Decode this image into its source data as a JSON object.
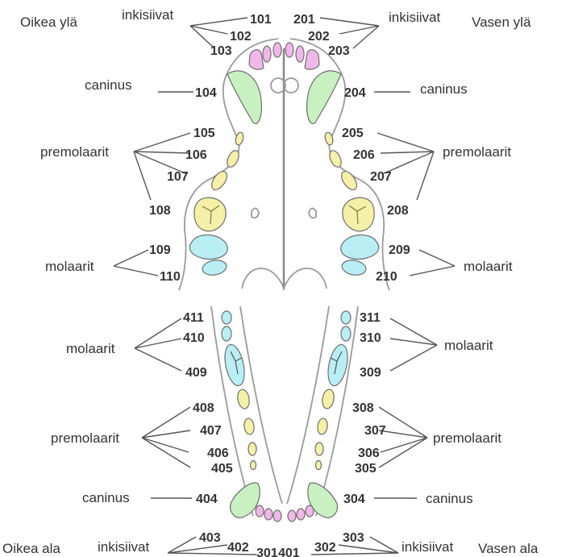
{
  "corners": {
    "upper_right": "Oikea ylä",
    "upper_left": "Vasen ylä",
    "lower_right": "Oikea ala",
    "lower_left": "Vasen ala"
  },
  "labels": {
    "incisors": "inkisiivat",
    "canine": "caninus",
    "premolars": "premolaarit",
    "molars": "molaarit"
  },
  "teeth": {
    "upper_right": [
      "101",
      "102",
      "103",
      "104",
      "105",
      "106",
      "107",
      "108",
      "109",
      "110"
    ],
    "upper_left": [
      "201",
      "202",
      "203",
      "204",
      "205",
      "206",
      "207",
      "208",
      "209",
      "210"
    ],
    "lower_left": [
      "301",
      "302",
      "303",
      "304",
      "305",
      "306",
      "307",
      "308",
      "309",
      "310",
      "311"
    ],
    "lower_right": [
      "401",
      "402",
      "403",
      "404",
      "405",
      "406",
      "407",
      "408",
      "409",
      "410",
      "411"
    ]
  },
  "colors": {
    "incisor": "#f0b8e8",
    "canine": "#c8f0c0",
    "premolar": "#f4f0a8",
    "molar": "#b8eef4",
    "outline": "#9a9a9a",
    "text": "#333333"
  }
}
